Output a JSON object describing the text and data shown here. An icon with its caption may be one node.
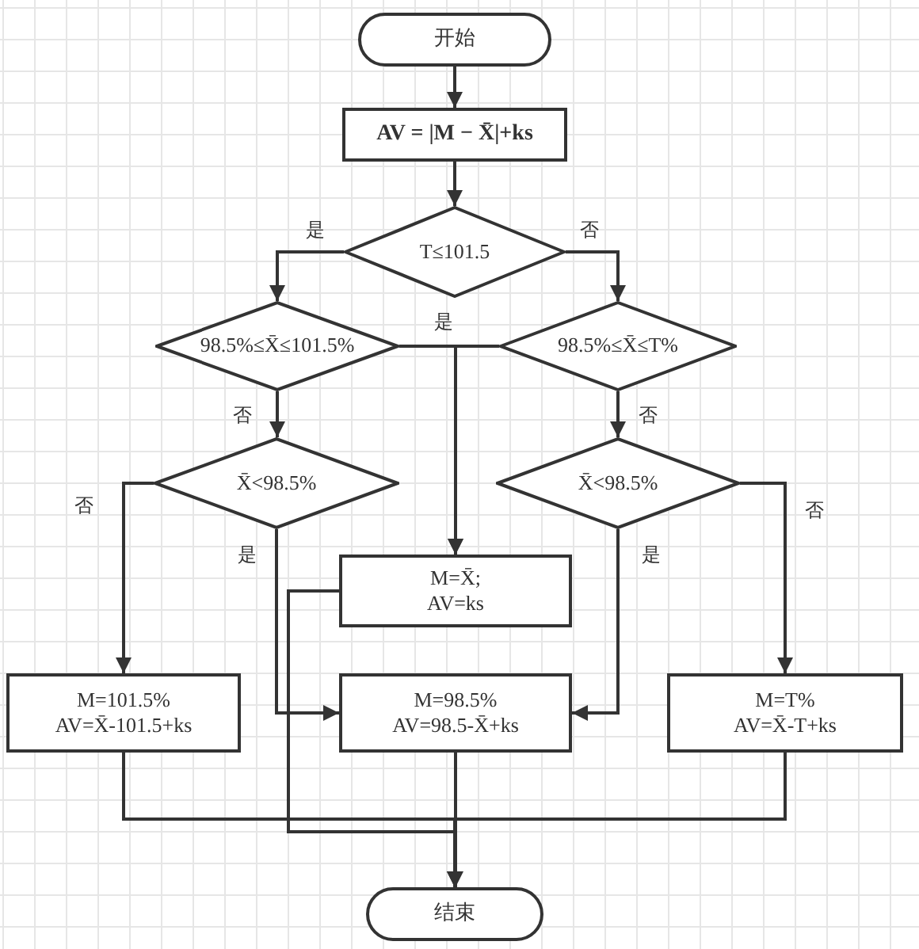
{
  "diagram": {
    "nodes": [
      {
        "text": [
          "开始"
        ]
      },
      {
        "text": [
          "AV = |M − X̄|+ks"
        ]
      },
      {
        "text": [
          "T≤101.5"
        ]
      },
      {
        "text": [
          "98.5%≤X̄≤101.5%"
        ]
      },
      {
        "text": [
          "98.5%≤X̄≤T%"
        ]
      },
      {
        "text": [
          "X̄<98.5%"
        ]
      },
      {
        "text": [
          "X̄<98.5%"
        ]
      },
      {
        "text": [
          "M=X̄;",
          "AV=ks"
        ]
      },
      {
        "text": [
          "M=101.5%",
          "AV=X̄-101.5+ks"
        ]
      },
      {
        "text": [
          "M=98.5%",
          "AV=98.5-X̄+ks"
        ]
      },
      {
        "text": [
          "M=T%",
          "AV=X̄-T+ks"
        ]
      },
      {
        "text": [
          "结束"
        ]
      }
    ],
    "edges": [
      {
        "from": 0,
        "to": 1,
        "arrow": "to"
      },
      {
        "from": 1,
        "to": 2,
        "arrow": "to"
      },
      {
        "from": 2,
        "to": 3,
        "arrow": "to",
        "label": "是"
      },
      {
        "from": 2,
        "to": 4,
        "arrow": "to",
        "label": "否"
      },
      {
        "from": 3,
        "to": 7,
        "arrow": "to",
        "label": "是"
      },
      {
        "from": 4,
        "to": 7,
        "arrow": "to"
      },
      {
        "from": 3,
        "to": 5,
        "arrow": "to",
        "label": "否"
      },
      {
        "from": 4,
        "to": 6,
        "arrow": "to",
        "label": "否"
      },
      {
        "from": 5,
        "to": 8,
        "arrow": "to",
        "label": "否"
      },
      {
        "from": 5,
        "to": 9,
        "arrow": "to",
        "label": "是"
      },
      {
        "from": 6,
        "to": 9,
        "arrow": "to",
        "label": "是"
      },
      {
        "from": 6,
        "to": 10,
        "arrow": "to",
        "label": "否"
      },
      {
        "from": 7,
        "to": 11,
        "arrow": "to"
      },
      {
        "from": 8,
        "to": 11,
        "arrow": "to"
      },
      {
        "from": 9,
        "to": 11,
        "arrow": "to"
      },
      {
        "from": 10,
        "to": 11,
        "arrow": "to"
      }
    ]
  }
}
